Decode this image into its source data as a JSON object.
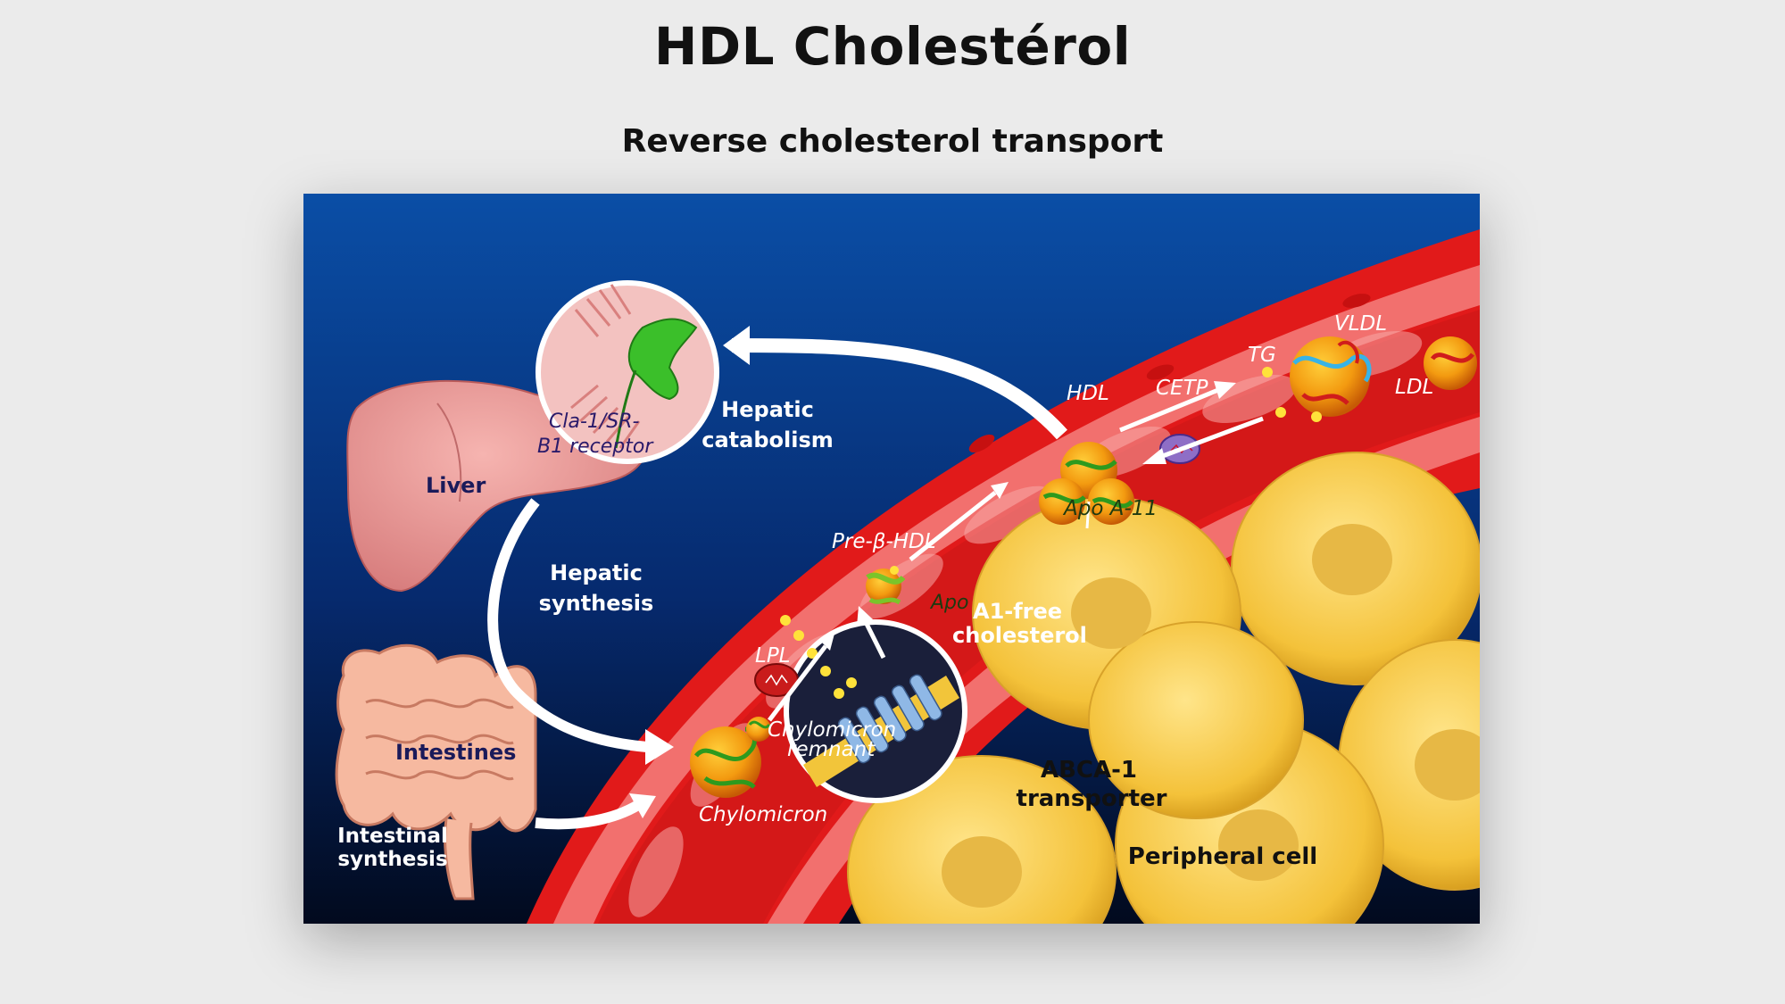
{
  "slide": {
    "title": "HDL Cholestérol",
    "subtitle": "Reverse cholesterol transport"
  },
  "diagram": {
    "labels": {
      "liver": "Liver",
      "receptor_line1": "Cla-1/SR-",
      "receptor_line2": "B1 receptor",
      "hepatic_catabolism_1": "Hepatic",
      "hepatic_catabolism_2": "catabolism",
      "hepatic_synthesis_1": "Hepatic",
      "hepatic_synthesis_2": "synthesis",
      "intestines": "Intestines",
      "intestinal_synthesis_1": "Intestinal",
      "intestinal_synthesis_2": "synthesis",
      "hdl": "HDL",
      "cetp": "CETP",
      "tg": "TG",
      "vldl": "VLDL",
      "ldl": "LDL",
      "apo_a11": "Apo A-11",
      "pre_beta_hdl": "Pre-β-HDL",
      "apo": "Apo",
      "a1_free_1": "A1-free",
      "a1_free_2": "cholesterol",
      "lpl": "LPL",
      "chylomicron_remnant_1": "Chylomicron",
      "chylomicron_remnant_2": "remnant",
      "chylomicron": "Chylomicron",
      "abca1_1": "ABCA-1",
      "abca1_2": "transporter",
      "peripheral_cell": "Peripheral cell"
    }
  }
}
